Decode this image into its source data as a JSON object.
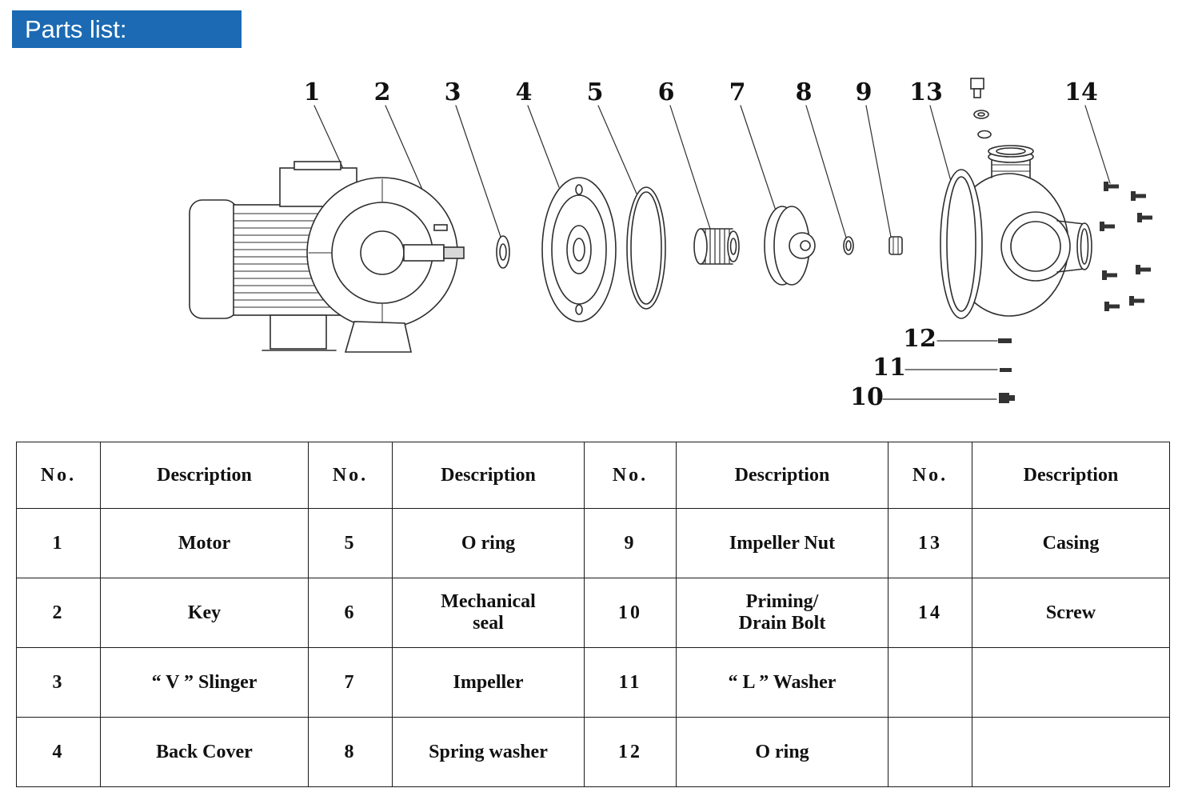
{
  "header": {
    "title": "Parts list:"
  },
  "colors": {
    "banner": "#1b6ab3",
    "line": "#2e2e2e"
  },
  "diagram": {
    "callouts": [
      "1",
      "2",
      "3",
      "4",
      "5",
      "6",
      "7",
      "8",
      "9",
      "13",
      "14",
      "12",
      "11",
      "10"
    ]
  },
  "table": {
    "no_header": "No.",
    "desc_header": "Description",
    "groups": [
      {
        "rows": [
          [
            "1",
            "Motor"
          ],
          [
            "2",
            "Key"
          ],
          [
            "3",
            "“ V ” Slinger"
          ],
          [
            "4",
            "Back Cover"
          ]
        ]
      },
      {
        "rows": [
          [
            "5",
            "O ring"
          ],
          [
            "6",
            "Mechanical\nseal"
          ],
          [
            "7",
            "Impeller"
          ],
          [
            "8",
            "Spring washer"
          ]
        ]
      },
      {
        "rows": [
          [
            "9",
            "Impeller Nut"
          ],
          [
            "10",
            "Priming/\nDrain Bolt"
          ],
          [
            "11",
            "“ L ” Washer"
          ],
          [
            "12",
            "O ring"
          ]
        ]
      },
      {
        "rows": [
          [
            "13",
            "Casing"
          ],
          [
            "14",
            "Screw"
          ],
          [
            "",
            ""
          ],
          [
            "",
            ""
          ]
        ]
      }
    ]
  }
}
